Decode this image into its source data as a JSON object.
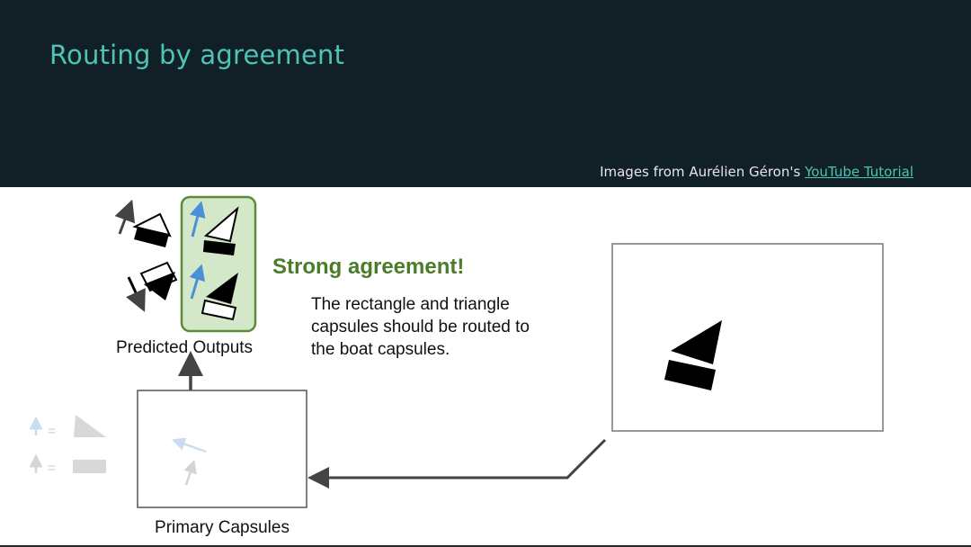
{
  "slide": {
    "title": "Routing by agreement",
    "credit_prefix": "Images from Aurélien Géron's ",
    "credit_link": "YouTube Tutorial"
  },
  "diagram": {
    "agreement_heading": "Strong agreement!",
    "agreement_text": [
      "The rectangle and triangle",
      "capsules should be routed to",
      "the boat capsules."
    ],
    "predicted_outputs_label": "Predicted Outputs",
    "primary_capsules_label": "Primary Capsules",
    "legend_equals": "=",
    "colors": {
      "agreement_green": "#4a7d2a",
      "agreement_box_fill": "#d3e8c8",
      "agreement_box_stroke": "#5b8c3a",
      "blue_arrow": "#4a90d9",
      "dark_arrow": "#444444"
    }
  }
}
